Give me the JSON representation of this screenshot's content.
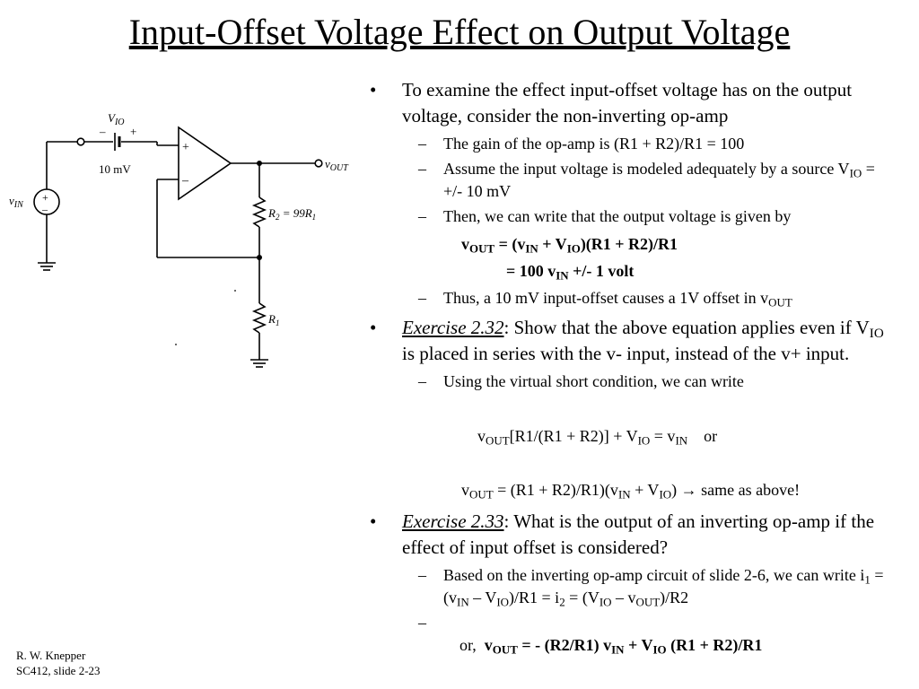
{
  "title": "Input-Offset Voltage Effect on Output Voltage",
  "figure": {
    "vio_label": "V",
    "vio_sub": "IO",
    "minus": "–",
    "plus": "+",
    "vio_value": "10 mV",
    "vin_label": "v",
    "vin_sub": "IN",
    "vout_label": "v",
    "vout_sub": "OUT",
    "r2_label": "R",
    "r2_sub": "2",
    "r2_eq": " = 99R",
    "r2_eq_sub": "1",
    "r1_label": "R",
    "r1_sub": "1",
    "opamp_plus": "+",
    "opamp_minus": "–"
  },
  "bullets": {
    "b1": {
      "text": "To examine the effect input-offset voltage has on the output voltage, consider the non-inverting op-amp",
      "s1": "The gain of the op-amp is (R1 + R2)/R1 = 100",
      "s2_a": "Assume the input voltage is modeled adequately by a source V",
      "s2_sub": "IO",
      "s2_b": " = +/- 10 mV",
      "s3": "Then, we can write that the output voltage is given by",
      "eq1": {
        "a": "v",
        "a_sub": "OUT",
        "b": " = (v",
        "b_sub": "IN",
        "c": " + V",
        "c_sub": "IO",
        "d": ")(R1 + R2)/R1"
      },
      "eq2": {
        "a": "= 100 v",
        "a_sub": "IN",
        "b": " +/- 1 volt"
      },
      "s4_a": "Thus, a 10 mV input-offset causes a 1V offset in v",
      "s4_sub": "OUT"
    },
    "b2": {
      "label": "Exercise 2.32",
      "text_a": ":  Show that the above equation applies even if V",
      "text_sub": "IO",
      "text_b": " is placed in series with the v- input, instead of the v+ input.",
      "s1": "Using the virtual short condition, we can write",
      "eq1": {
        "a": "v",
        "a_sub": "OUT",
        "b": "[R1/(R1 + R2)] + V",
        "b_sub": "IO",
        "c": " = v",
        "c_sub": "IN",
        "d": "    or"
      },
      "eq2": {
        "a": "v",
        "a_sub": "OUT",
        "b": " = (R1 + R2)/R1)(v",
        "b_sub": "IN",
        "c": " + V",
        "c_sub": "IO",
        "d": ") ",
        "arrow": "→",
        "e": " same as above!"
      }
    },
    "b3": {
      "label": "Exercise 2.33",
      "text": ":  What is the output of an inverting op-amp if the effect of input offset is considered?",
      "s1": {
        "a": "Based on the inverting op-amp circuit of slide 2-6, we can write i",
        "a_sub": "1",
        "b": " = (v",
        "b_sub": "IN",
        "c": " – V",
        "c_sub": "IO",
        "d": ")/R1 = i",
        "d_sub": "2",
        "e": " = (V",
        "e_sub": "IO",
        "f": " – v",
        "f_sub": "OUT",
        "g": ")/R2"
      },
      "s2": {
        "prefix": "or,  ",
        "a": "v",
        "a_sub": "OUT",
        "b": " = - (R2/R1) v",
        "b_sub": "IN",
        "c": " + V",
        "c_sub": "IO",
        "d": " (R1 + R2)/R1"
      }
    }
  },
  "footer": {
    "line1": "R. W. Knepper",
    "line2": "SC412, slide 2-23"
  }
}
